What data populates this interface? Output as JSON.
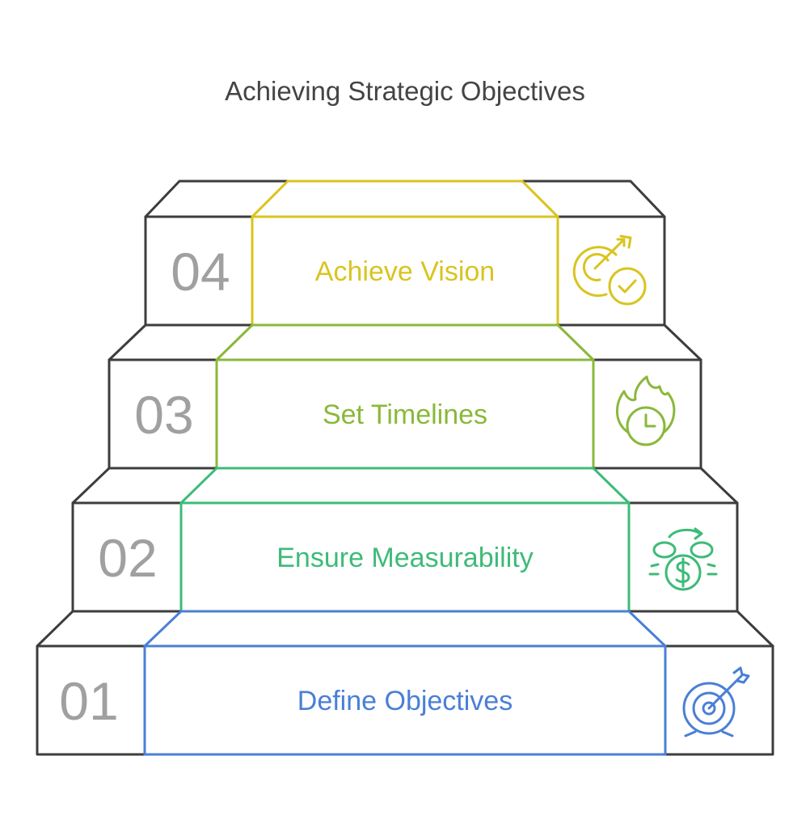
{
  "title": "Achieving Strategic Objectives",
  "steps": [
    {
      "number": "01",
      "label": "Define Objectives",
      "color": "#4a7fd6",
      "icon": "target-arrow-icon"
    },
    {
      "number": "02",
      "label": "Ensure Measurability",
      "color": "#3dbb78",
      "icon": "money-cycle-icon"
    },
    {
      "number": "03",
      "label": "Set Timelines",
      "color": "#8ab83a",
      "icon": "fire-clock-icon"
    },
    {
      "number": "04",
      "label": "Achieve Vision",
      "color": "#d9c41f",
      "icon": "target-check-icon"
    }
  ],
  "frame_color": "#3d3d3d",
  "number_color": "#a0a0a0"
}
